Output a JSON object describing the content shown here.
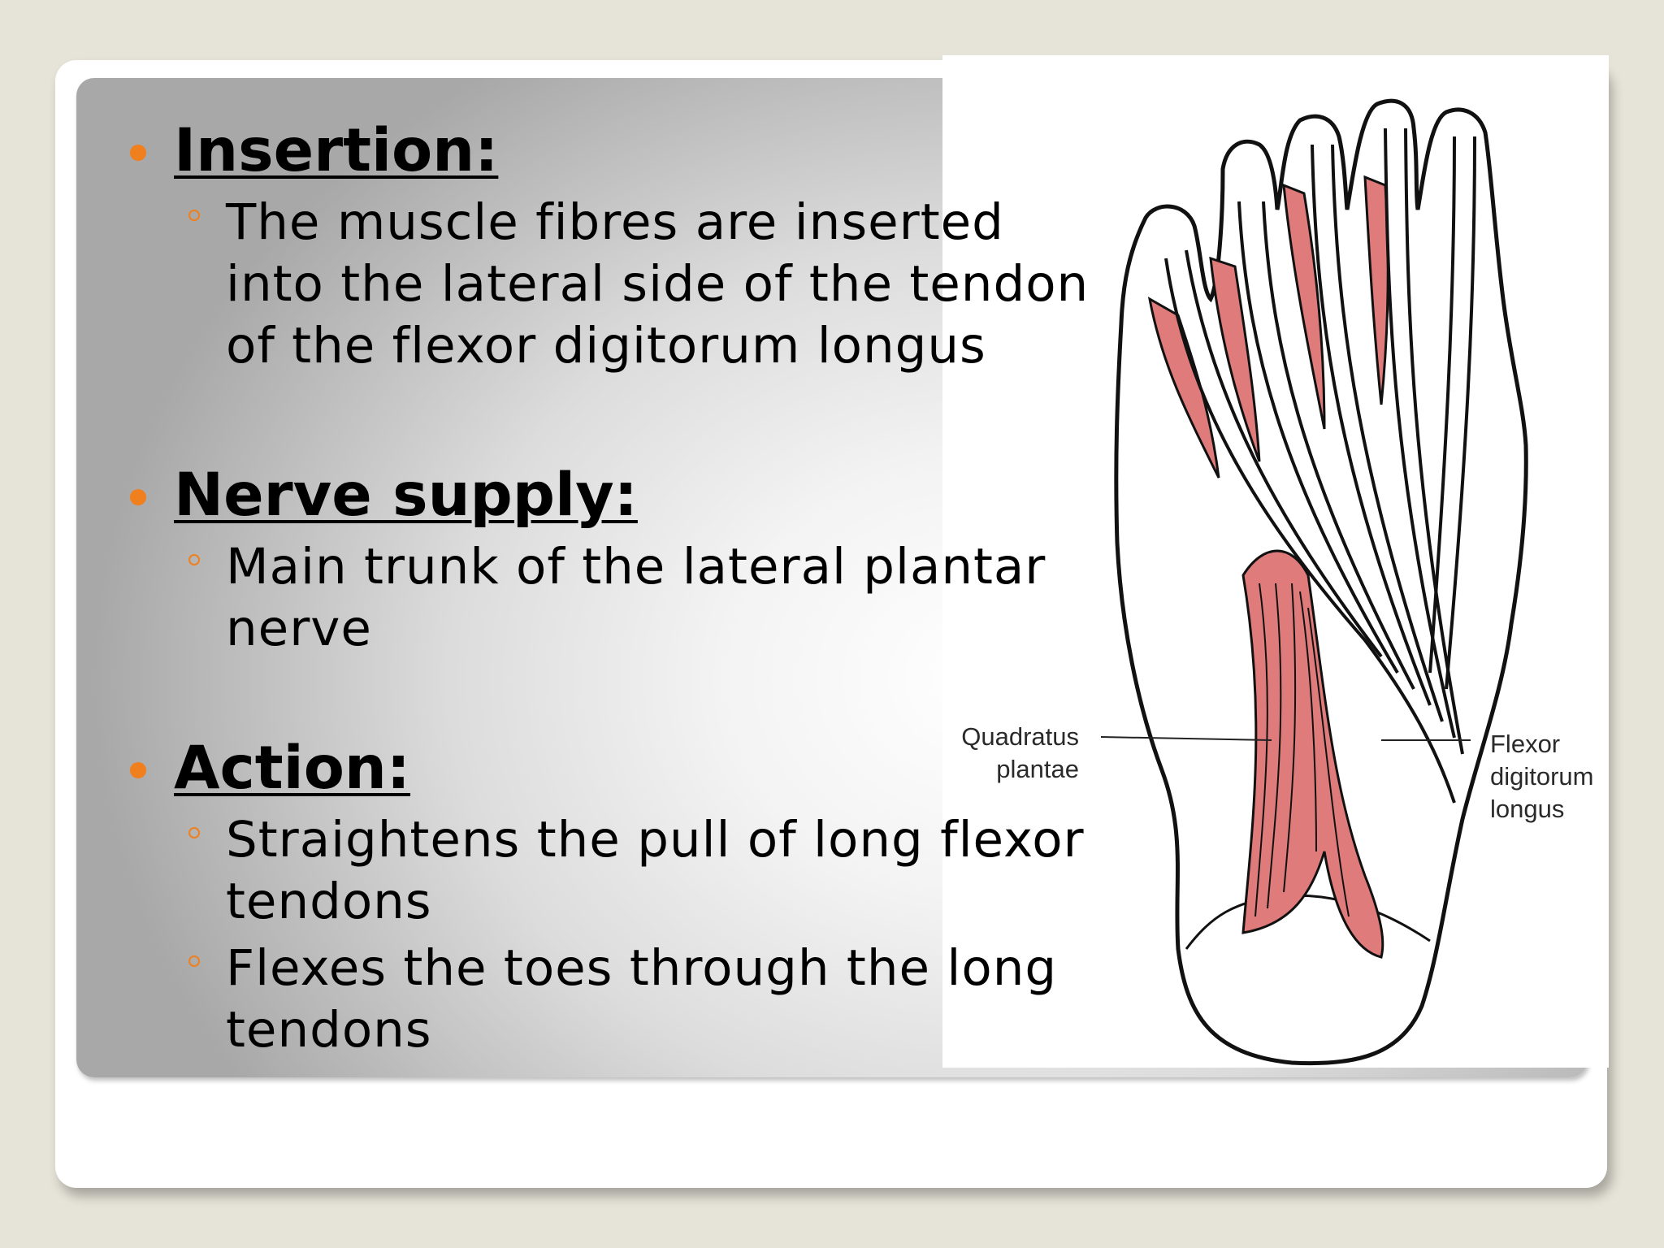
{
  "slide": {
    "sections": [
      {
        "heading": "Insertion:",
        "items": [
          [
            "The muscle fibres are inserted",
            "into the lateral side of the tendon",
            "of the flexor digitorum longus"
          ]
        ]
      },
      {
        "heading": "Nerve supply:",
        "items": [
          [
            "Main trunk of the lateral plantar",
            "nerve"
          ]
        ]
      },
      {
        "heading": "Action:",
        "items": [
          [
            "Straightens the pull of long flexor",
            "tendons"
          ],
          [
            "Flexes the toes through the long",
            "tendons"
          ]
        ]
      }
    ]
  },
  "figure": {
    "label_left": [
      "Quadratus",
      "plantae"
    ],
    "label_right": [
      "Flexor",
      "digitorum",
      "longus"
    ]
  },
  "colors": {
    "bullet": "#f07f1e",
    "muscle": "#e07b7b",
    "outline": "#111111"
  }
}
